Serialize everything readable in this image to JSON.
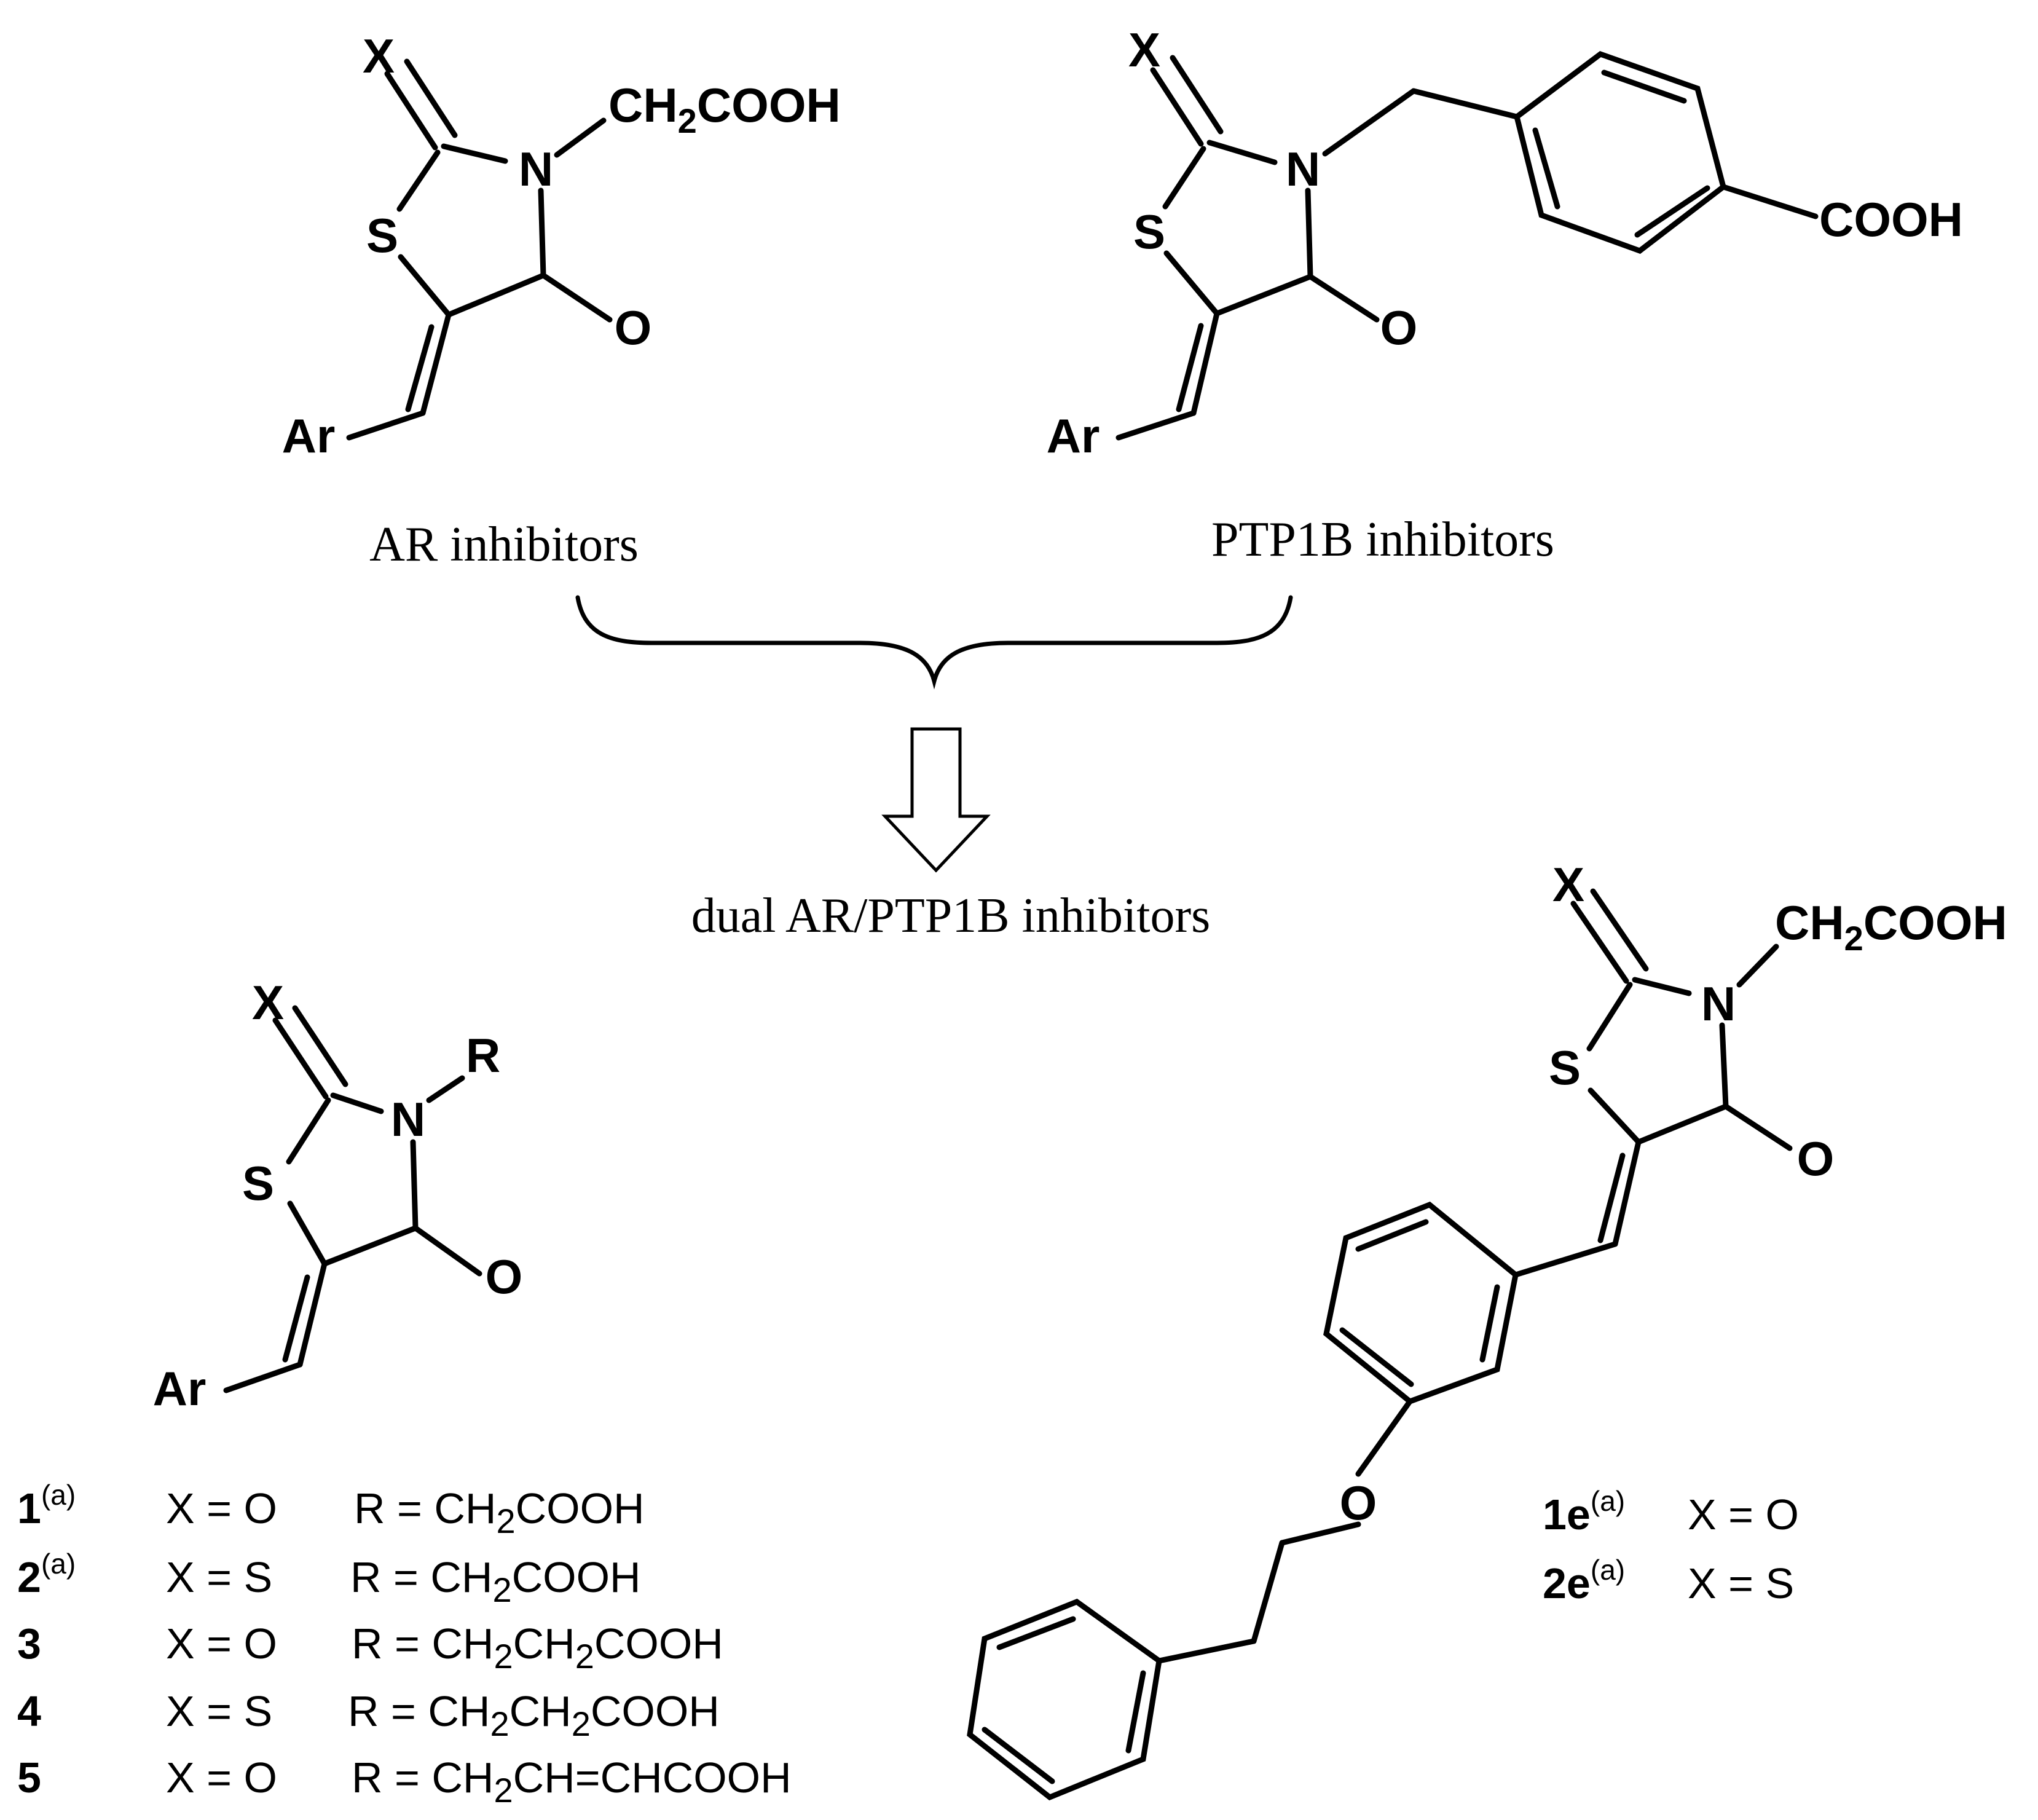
{
  "captions": {
    "ar": "AR inhibitors",
    "ptp1b": "PTP1B inhibitors",
    "dual": "dual AR/PTP1B inhibitors"
  },
  "atoms": {
    "x": "X",
    "n": "N",
    "s": "S",
    "o": "O",
    "ar": "Ar",
    "r": "R"
  },
  "groups": {
    "ch": "CH",
    "two": "2",
    "cooh": "COOH"
  },
  "compounds": [
    {
      "id": "1",
      "sup": "(a)",
      "x": "X = O",
      "r": [
        "R = CH",
        "2",
        "COOH"
      ]
    },
    {
      "id": "2",
      "sup": "(a)",
      "x": "X = S",
      "r": [
        "R = CH",
        "2",
        "COOH"
      ]
    },
    {
      "id": "3",
      "sup": "",
      "x": "X = O",
      "r": [
        "R = CH",
        "2",
        "CH",
        "2",
        "COOH"
      ]
    },
    {
      "id": "4",
      "sup": "",
      "x": "X = S",
      "r": [
        "R = CH",
        "2",
        "CH",
        "2",
        "COOH"
      ]
    },
    {
      "id": "5",
      "sup": "",
      "x": "X = O",
      "r": [
        "R = CH",
        "2",
        "CH=CHCOOH"
      ]
    }
  ],
  "compounds_e": [
    {
      "id": "1e",
      "sup": "(a)",
      "x": "X = O"
    },
    {
      "id": "2e",
      "sup": "(a)",
      "x": "X = S"
    }
  ]
}
